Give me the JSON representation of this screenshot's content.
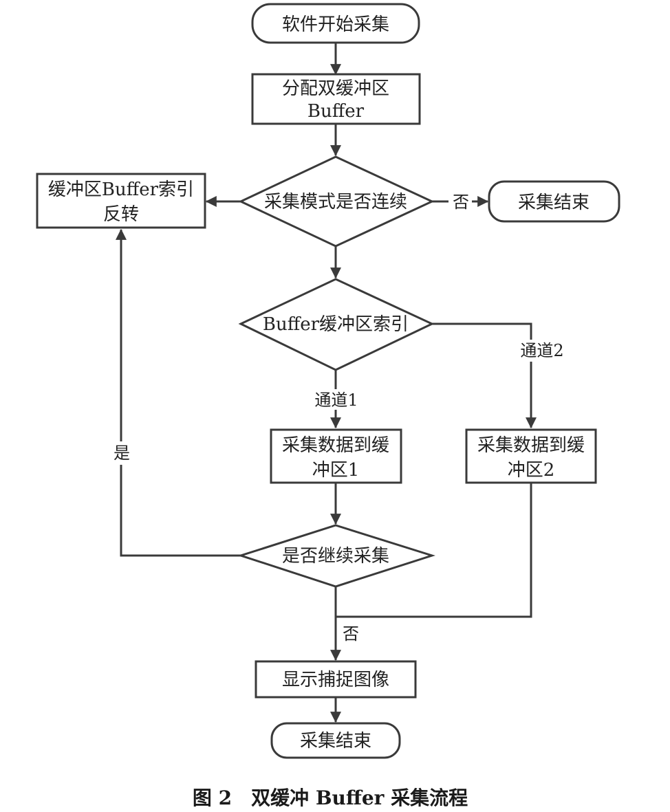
{
  "nodes": {
    "start": "软件开始采集",
    "allocate_line1": "分配双缓冲区",
    "allocate_line2": "Buffer",
    "mode_decision": "采集模式是否连续",
    "end_right": "采集结束",
    "invert_line1": "缓冲区Buffer索引",
    "invert_line2": "反转",
    "index_decision": "Buffer缓冲区索引",
    "acquire1_line1": "采集数据到缓",
    "acquire1_line2": "冲区1",
    "acquire2_line1": "采集数据到缓",
    "acquire2_line2": "冲区2",
    "continue_decision": "是否继续采集",
    "display": "显示捕捉图像",
    "end_bottom": "采集结束"
  },
  "edge_labels": {
    "mode_no": "否",
    "channel1": "通道1",
    "channel2": "通道2",
    "continue_yes": "是",
    "continue_no": "否"
  },
  "caption": "图 2　双缓冲 Buffer 采集流程"
}
